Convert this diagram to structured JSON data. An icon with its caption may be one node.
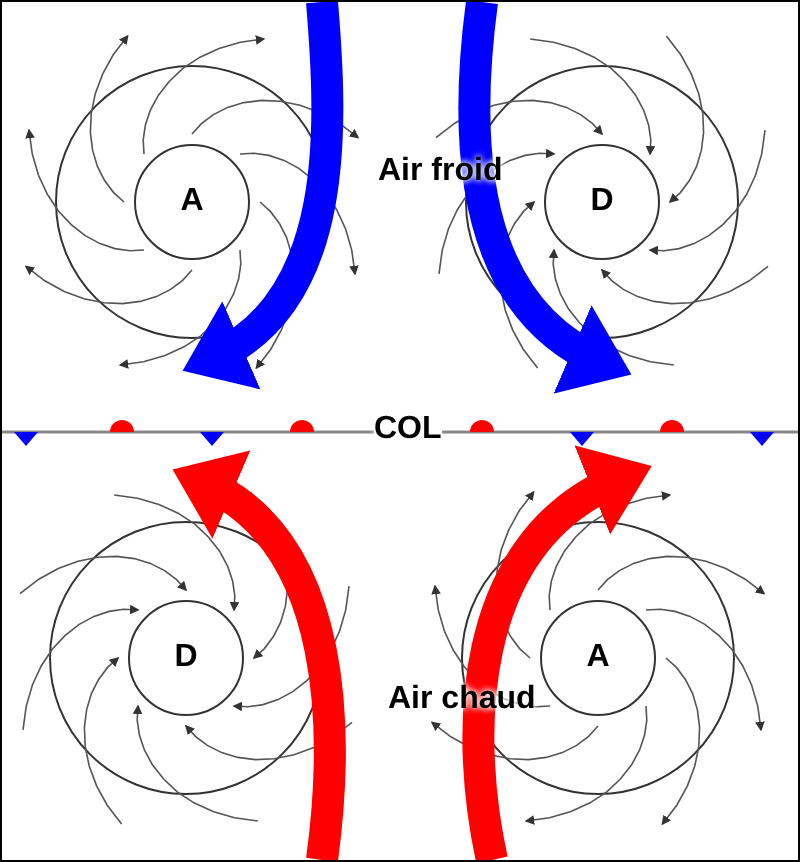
{
  "diagram": {
    "nodes": [
      {
        "text": [
          "A"
        ]
      },
      {
        "text": [
          "D"
        ]
      },
      {
        "text": [
          "D"
        ]
      },
      {
        "text": [
          "A"
        ]
      }
    ],
    "labels": [
      "Air froid",
      "COL",
      "Air chaud"
    ]
  }
}
